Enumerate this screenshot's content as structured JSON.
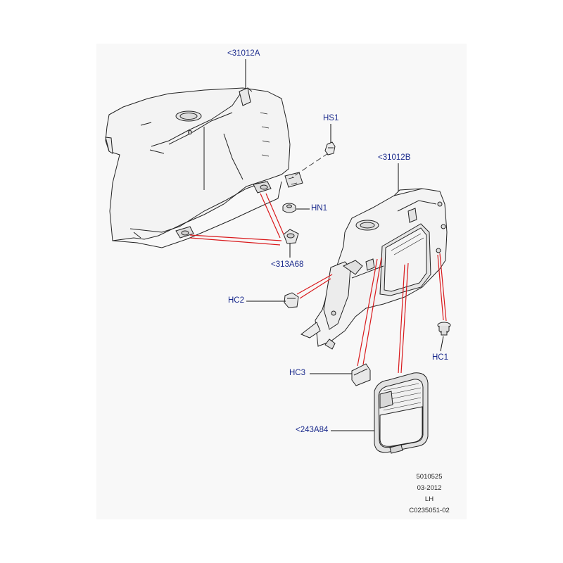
{
  "callouts": {
    "trim_panel_a": "<31012A",
    "trim_panel_b": "<31012B",
    "hs1": "HS1",
    "hn1": "HN1",
    "part_313a68": "<313A68",
    "hc2": "HC2",
    "hc1": "HC1",
    "hc3": "HC3",
    "part_243a84": "<243A84"
  },
  "meta": {
    "number": "5010525",
    "date": "03-2012",
    "side": "LH",
    "code": "C0235051-02"
  },
  "colors": {
    "callout_text": "#1a2a8c",
    "leader_red": "#d9191c",
    "part_fill": "#f3f3f3",
    "part_stroke": "#222222"
  }
}
